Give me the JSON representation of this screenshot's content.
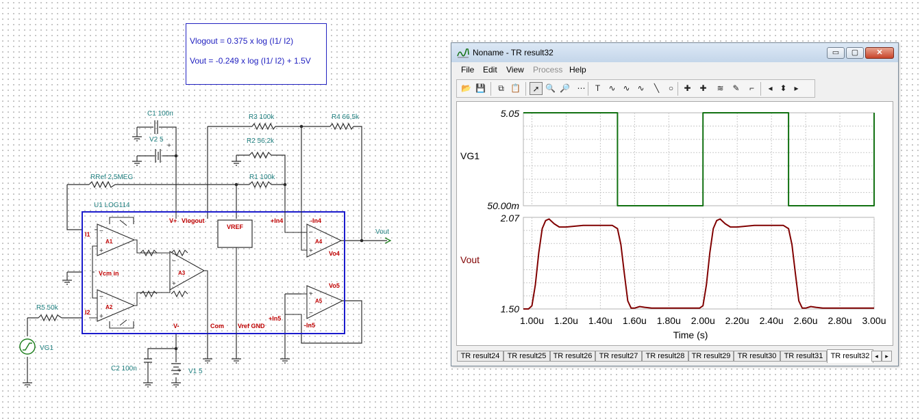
{
  "schematic": {
    "components": {
      "c1": "C1 100n",
      "v2": "V2 5",
      "r3": "R3 100k",
      "r4": "R4 66,5k",
      "r2": "R2 56,2k",
      "r1": "R1 100k",
      "rref": "RRef 2,5MEG",
      "u1": "U1 LOG114",
      "r5": "R5 50k",
      "vg1": "VG1",
      "c2": "C2 100n",
      "v1": "V1 5",
      "vout": "Vout"
    },
    "pins": {
      "i1": "I1",
      "i2": "I2",
      "vcm_in": "Vcm in",
      "vplus": "V+",
      "vlogout": "Vlogout",
      "vref": "VREF",
      "in4p": "+In4",
      "in4n": "-In4",
      "vo4": "Vo4",
      "vo5": "Vo5",
      "in5p": "+In5",
      "in5n": "-In5",
      "vminus": "V-",
      "com": "Com",
      "vref_gnd": "Vref GND"
    },
    "amps": {
      "a1": "A1",
      "a2": "A2",
      "a3": "A3",
      "a4": "A4",
      "a5": "A5"
    }
  },
  "formula": {
    "line1": "Vlogout = 0.375 x log (I1/ I2)",
    "line2": "Vout = -0.249 x log (I1/ I2) + 1.5V"
  },
  "window": {
    "title": "Noname - TR result32",
    "controls": {
      "minimize": "▭",
      "maximize": "▢",
      "close": "✕"
    },
    "menu": [
      {
        "label": "File",
        "enabled": true
      },
      {
        "label": "Edit",
        "enabled": true
      },
      {
        "label": "View",
        "enabled": true
      },
      {
        "label": "Process",
        "enabled": false
      },
      {
        "label": "Help",
        "enabled": true
      }
    ],
    "toolbar": [
      {
        "name": "open-icon",
        "glyph": "📂"
      },
      {
        "name": "save-icon",
        "glyph": "💾"
      },
      {
        "name": "copy-icon",
        "glyph": "⧉"
      },
      {
        "name": "paste-icon",
        "glyph": "📋"
      },
      {
        "name": "pointer-icon",
        "glyph": "➚"
      },
      {
        "name": "zoom-in-icon",
        "glyph": "🔍"
      },
      {
        "name": "zoom-100-icon",
        "glyph": "🔎"
      },
      {
        "name": "grid-icon",
        "glyph": "⋯"
      },
      {
        "name": "text-icon",
        "glyph": "T"
      },
      {
        "name": "curve-tool-icon",
        "glyph": "∿"
      },
      {
        "name": "curve-tool-2-icon",
        "glyph": "∿"
      },
      {
        "name": "curve-tool-3-icon",
        "glyph": "∿"
      },
      {
        "name": "line-icon",
        "glyph": "╲"
      },
      {
        "name": "circle-icon",
        "glyph": "○"
      },
      {
        "name": "cursor-a-icon",
        "glyph": "✚"
      },
      {
        "name": "cursor-b-icon",
        "glyph": "✚"
      },
      {
        "name": "waves-icon",
        "glyph": "≋"
      },
      {
        "name": "probe-icon",
        "glyph": "✎"
      },
      {
        "name": "step-icon",
        "glyph": "⌐"
      },
      {
        "name": "arrow-left-icon",
        "glyph": "◂"
      },
      {
        "name": "arrow-updown-icon",
        "glyph": "⬍"
      },
      {
        "name": "arrow-right-icon",
        "glyph": "▸"
      }
    ],
    "tabs": [
      "TR result24",
      "TR result25",
      "TR result26",
      "TR result27",
      "TR result28",
      "TR result29",
      "TR result30",
      "TR result31",
      "TR result32"
    ],
    "active_tab": "TR result32",
    "tab_scroll": {
      "left": "◂",
      "right": "▸"
    }
  },
  "chart_data": [
    {
      "type": "line",
      "title": "",
      "ylabel": "VG1",
      "xlabel": "",
      "xlim": [
        0.95,
        3.0
      ],
      "ylim": [
        0.05,
        5.05
      ],
      "y_tick_labels": [
        "5.05",
        "50.00m"
      ],
      "grid": true,
      "color": "#107010",
      "series": [
        {
          "x": [
            0.95,
            1.5,
            1.5,
            2.0,
            2.0,
            2.5,
            2.5,
            3.0,
            3.0
          ],
          "y": [
            5.05,
            5.05,
            0.05,
            0.05,
            5.05,
            5.05,
            0.05,
            0.05,
            5.05
          ]
        }
      ]
    },
    {
      "type": "line",
      "title": "",
      "ylabel": "Vout",
      "xlabel": "Time (s)",
      "xlim": [
        0.95,
        3.0
      ],
      "ylim": [
        1.5,
        2.07
      ],
      "y_tick_labels": [
        "2.07",
        "1.50"
      ],
      "x_tick_labels": [
        "1.00u",
        "1.20u",
        "1.40u",
        "1.60u",
        "1.80u",
        "2.00u",
        "2.20u",
        "2.40u",
        "2.60u",
        "2.80u",
        "3.00u"
      ],
      "grid": true,
      "color": "#800000",
      "series": [
        {
          "x": [
            0.95,
            0.98,
            1.0,
            1.02,
            1.04,
            1.06,
            1.08,
            1.1,
            1.13,
            1.16,
            1.2,
            1.3,
            1.4,
            1.47,
            1.5,
            1.52,
            1.54,
            1.56,
            1.58,
            1.6,
            1.63,
            1.66,
            1.7,
            1.8,
            1.9,
            1.95,
            1.98,
            2.0,
            2.02,
            2.04,
            2.06,
            2.08,
            2.1,
            2.13,
            2.16,
            2.2,
            2.3,
            2.4,
            2.47,
            2.5,
            2.52,
            2.54,
            2.56,
            2.58,
            2.6,
            2.63,
            2.66,
            2.7,
            2.8,
            2.9,
            3.0
          ],
          "y": [
            1.5,
            1.5,
            1.52,
            1.65,
            1.85,
            2.0,
            2.05,
            2.06,
            2.03,
            2.01,
            2.01,
            2.02,
            2.02,
            2.02,
            2.0,
            1.9,
            1.72,
            1.55,
            1.505,
            1.505,
            1.515,
            1.51,
            1.505,
            1.505,
            1.505,
            1.505,
            1.505,
            1.52,
            1.65,
            1.85,
            2.0,
            2.05,
            2.06,
            2.03,
            2.01,
            2.01,
            2.02,
            2.02,
            2.02,
            2.0,
            1.9,
            1.72,
            1.55,
            1.505,
            1.505,
            1.515,
            1.51,
            1.505,
            1.505,
            1.505,
            1.505
          ]
        }
      ]
    }
  ]
}
